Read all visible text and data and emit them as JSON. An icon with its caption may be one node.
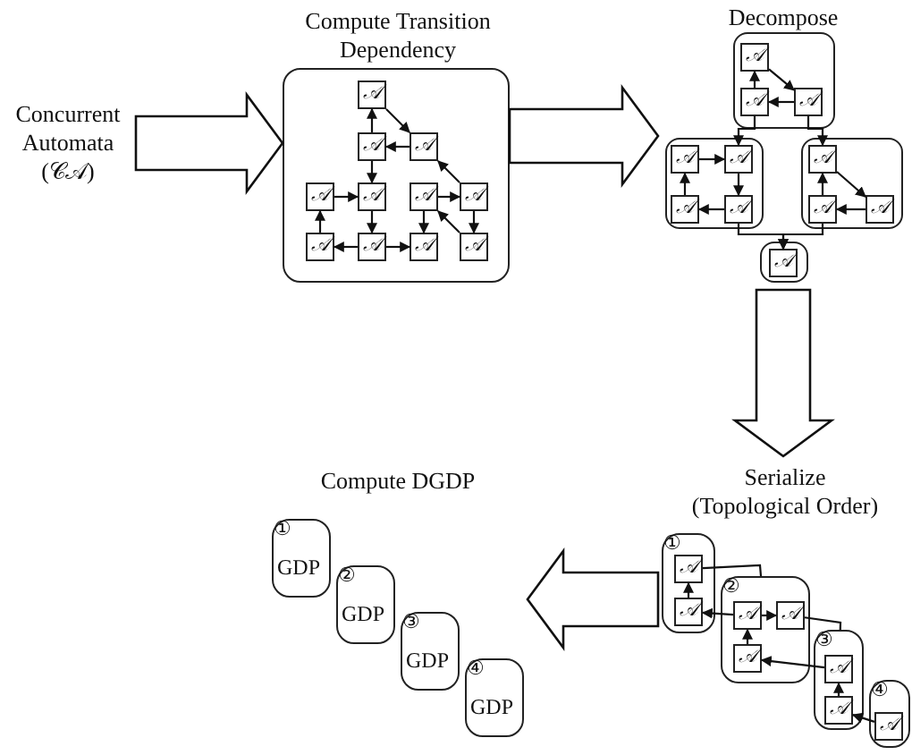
{
  "diagram": {
    "nodes": [
      {
        "text": [
          "Concurrent Automata (𝒞𝒜)"
        ]
      },
      {
        "text": [
          "Compute Transition Dependency"
        ]
      },
      {
        "text": [
          "𝒜"
        ],
        "in": 1
      },
      {
        "text": [
          "𝒜"
        ],
        "in": 1
      },
      {
        "text": [
          "𝒜"
        ],
        "in": 1
      },
      {
        "text": [
          "𝒜"
        ],
        "in": 1
      },
      {
        "text": [
          "𝒜"
        ],
        "in": 1
      },
      {
        "text": [
          "𝒜"
        ],
        "in": 1
      },
      {
        "text": [
          "𝒜"
        ],
        "in": 1
      },
      {
        "text": [
          "𝒜"
        ],
        "in": 1
      },
      {
        "text": [
          "𝒜"
        ],
        "in": 1
      },
      {
        "text": [
          "𝒜"
        ],
        "in": 1
      },
      {
        "text": [
          "𝒜"
        ],
        "in": 1
      },
      {
        "text": [
          "Decompose"
        ]
      },
      {
        "text": [],
        "shape": "box",
        "in": 13
      },
      {
        "text": [
          "𝒜"
        ],
        "in": 14
      },
      {
        "text": [
          "𝒜"
        ],
        "in": 14
      },
      {
        "text": [
          "𝒜"
        ],
        "in": 14
      },
      {
        "text": [],
        "shape": "box",
        "in": 13
      },
      {
        "text": [
          "𝒜"
        ],
        "in": 18
      },
      {
        "text": [
          "𝒜"
        ],
        "in": 18
      },
      {
        "text": [
          "𝒜"
        ],
        "in": 18
      },
      {
        "text": [
          "𝒜"
        ],
        "in": 18
      },
      {
        "text": [],
        "shape": "box",
        "in": 13
      },
      {
        "text": [
          "𝒜"
        ],
        "in": 23
      },
      {
        "text": [
          "𝒜"
        ],
        "in": 23
      },
      {
        "text": [
          "𝒜"
        ],
        "in": 23
      },
      {
        "text": [],
        "shape": "box",
        "in": 13
      },
      {
        "text": [
          "𝒜"
        ],
        "in": 27
      },
      {
        "text": [
          "Serialize (Topological Order)"
        ]
      },
      {
        "text": [
          "①"
        ],
        "in": 29
      },
      {
        "text": [
          "𝒜"
        ],
        "in": 30
      },
      {
        "text": [
          "𝒜"
        ],
        "in": 30
      },
      {
        "text": [
          "②"
        ],
        "in": 29
      },
      {
        "text": [
          "𝒜"
        ],
        "in": 33
      },
      {
        "text": [
          "𝒜"
        ],
        "in": 33
      },
      {
        "text": [
          "𝒜"
        ],
        "in": 33
      },
      {
        "text": [
          "③"
        ],
        "in": 29
      },
      {
        "text": [
          "𝒜"
        ],
        "in": 37
      },
      {
        "text": [
          "𝒜"
        ],
        "in": 37
      },
      {
        "text": [
          "④"
        ],
        "in": 29
      },
      {
        "text": [
          "𝒜"
        ],
        "in": 40
      },
      {
        "text": [
          "Compute DGDP"
        ]
      },
      {
        "text": [
          "①",
          "GDP"
        ],
        "in": 42
      },
      {
        "text": [
          "②",
          "GDP"
        ],
        "in": 42
      },
      {
        "text": [
          "③",
          "GDP"
        ],
        "in": 42
      },
      {
        "text": [
          "④",
          "GDP"
        ],
        "in": 42
      }
    ],
    "edges": [
      {
        "from": 0,
        "to": 1,
        "arrow": "to"
      },
      {
        "from": 1,
        "to": 13,
        "arrow": "to"
      },
      {
        "from": 13,
        "to": 29,
        "arrow": "to"
      },
      {
        "from": 29,
        "to": 42,
        "arrow": "to"
      },
      {
        "from": 3,
        "to": 2,
        "arrow": "to"
      },
      {
        "from": 2,
        "to": 4,
        "arrow": "to"
      },
      {
        "from": 4,
        "to": 3,
        "arrow": "to"
      },
      {
        "from": 3,
        "to": 6,
        "arrow": "to"
      },
      {
        "from": 5,
        "to": 6,
        "arrow": "to"
      },
      {
        "from": 6,
        "to": 10,
        "arrow": "to"
      },
      {
        "from": 9,
        "to": 5,
        "arrow": "to"
      },
      {
        "from": 10,
        "to": 9,
        "arrow": "to"
      },
      {
        "from": 10,
        "to": 11,
        "arrow": "to"
      },
      {
        "from": 8,
        "to": 4,
        "arrow": "to"
      },
      {
        "from": 7,
        "to": 8,
        "arrow": "to"
      },
      {
        "from": 12,
        "to": 7,
        "arrow": "to"
      },
      {
        "from": 7,
        "to": 11,
        "arrow": "to"
      },
      {
        "from": 8,
        "to": 12,
        "arrow": "to"
      },
      {
        "from": 16,
        "to": 15,
        "arrow": "to"
      },
      {
        "from": 15,
        "to": 17,
        "arrow": "to"
      },
      {
        "from": 17,
        "to": 16,
        "arrow": "to"
      },
      {
        "from": 19,
        "to": 20,
        "arrow": "to"
      },
      {
        "from": 20,
        "to": 22,
        "arrow": "to"
      },
      {
        "from": 22,
        "to": 21,
        "arrow": "to"
      },
      {
        "from": 21,
        "to": 19,
        "arrow": "to"
      },
      {
        "from": 25,
        "to": 24,
        "arrow": "to"
      },
      {
        "from": 24,
        "to": 26,
        "arrow": "to"
      },
      {
        "from": 26,
        "to": 25,
        "arrow": "to"
      },
      {
        "from": 16,
        "to": 20,
        "arrow": "to"
      },
      {
        "from": 17,
        "to": 24,
        "arrow": "to"
      },
      {
        "from": 22,
        "to": 28,
        "arrow": "to"
      },
      {
        "from": 25,
        "to": 28,
        "arrow": "to"
      },
      {
        "from": 32,
        "to": 31,
        "arrow": "to"
      },
      {
        "from": 34,
        "to": 32,
        "arrow": "to"
      },
      {
        "from": 34,
        "to": 35,
        "arrow": "to"
      },
      {
        "from": 36,
        "to": 34,
        "arrow": "to"
      },
      {
        "from": 38,
        "to": 36,
        "arrow": "to"
      },
      {
        "from": 39,
        "to": 38,
        "arrow": "to"
      },
      {
        "from": 41,
        "to": 39,
        "arrow": "to"
      },
      {
        "from": 31,
        "to": 33,
        "arrow": "none"
      },
      {
        "from": 35,
        "to": 37,
        "arrow": "none"
      }
    ]
  }
}
